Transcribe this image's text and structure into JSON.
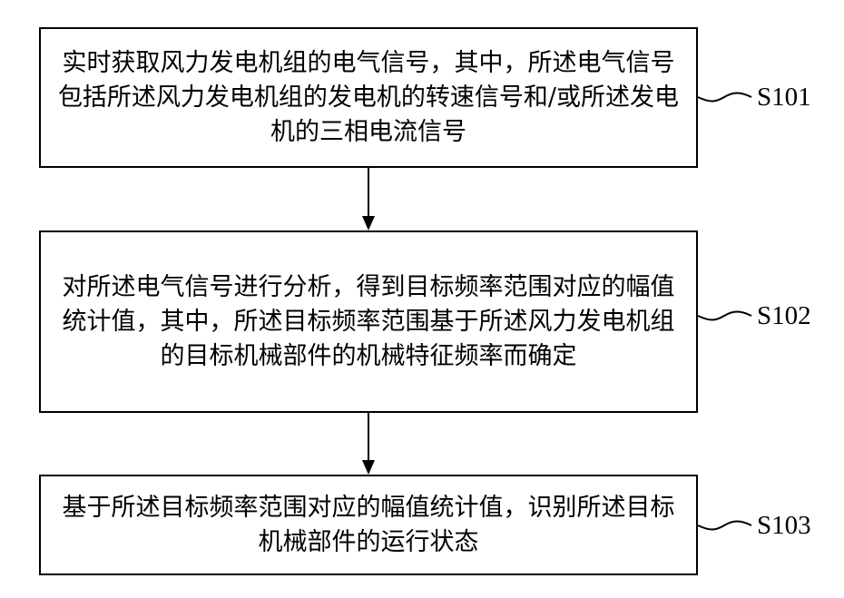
{
  "steps": [
    {
      "id": "S101",
      "text": "实时获取风力发电机组的电气信号，其中，所述电气信号包括所述风力发电机组的发电机的转速信号和/或所述发电机的三相电流信号"
    },
    {
      "id": "S102",
      "text": "对所述电气信号进行分析，得到目标频率范围对应的幅值统计值，其中，所述目标频率范围基于所述风力发电机组的目标机械部件的机械特征频率而确定"
    },
    {
      "id": "S103",
      "text": "基于所述目标频率范围对应的幅值统计值，识别所述目标机械部件的运行状态"
    }
  ]
}
